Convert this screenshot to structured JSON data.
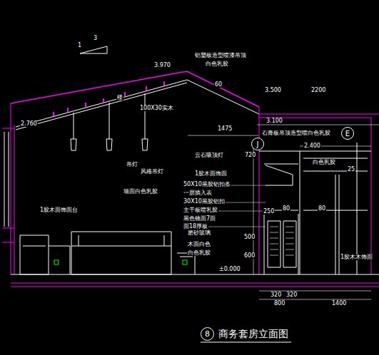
{
  "diagram": {
    "caption": "商务套房立面图",
    "nodes": [
      {
        "text": [
          "J"
        ]
      },
      {
        "text": [
          "E"
        ]
      },
      {
        "text": [
          "8"
        ]
      }
    ],
    "labels": [
      "1",
      "3",
      "3.970",
      "铝塑板造型喷漆吊顶",
      "白色乳胶",
      "60",
      "3.500",
      "2200",
      "楼",
      "100X30实木",
      "2.760",
      "3.100",
      "1475",
      "石膏板吊顶造型喷白色乳胶",
      "2.400",
      "云石吸顶灯",
      "白色乳胶",
      "25",
      "720",
      "1胶木面饰面",
      "吊灯",
      "风格吊灯",
      "墙面白色乳胶",
      "50X10黑胶铝扣条",
      "一层插入表",
      "30X10黑胶铝扣",
      "主干板喷乳胶",
      "250",
      "黑色镜面7面",
      "面18厚板",
      "80",
      "80",
      "1胶木面饰面台",
      "磨砂玻璃",
      "木面白色",
      "白色乳胶",
      "500",
      "600",
      "1胶木木饰面",
      "±0.000",
      "320",
      "320",
      "800",
      "1400"
    ]
  }
}
